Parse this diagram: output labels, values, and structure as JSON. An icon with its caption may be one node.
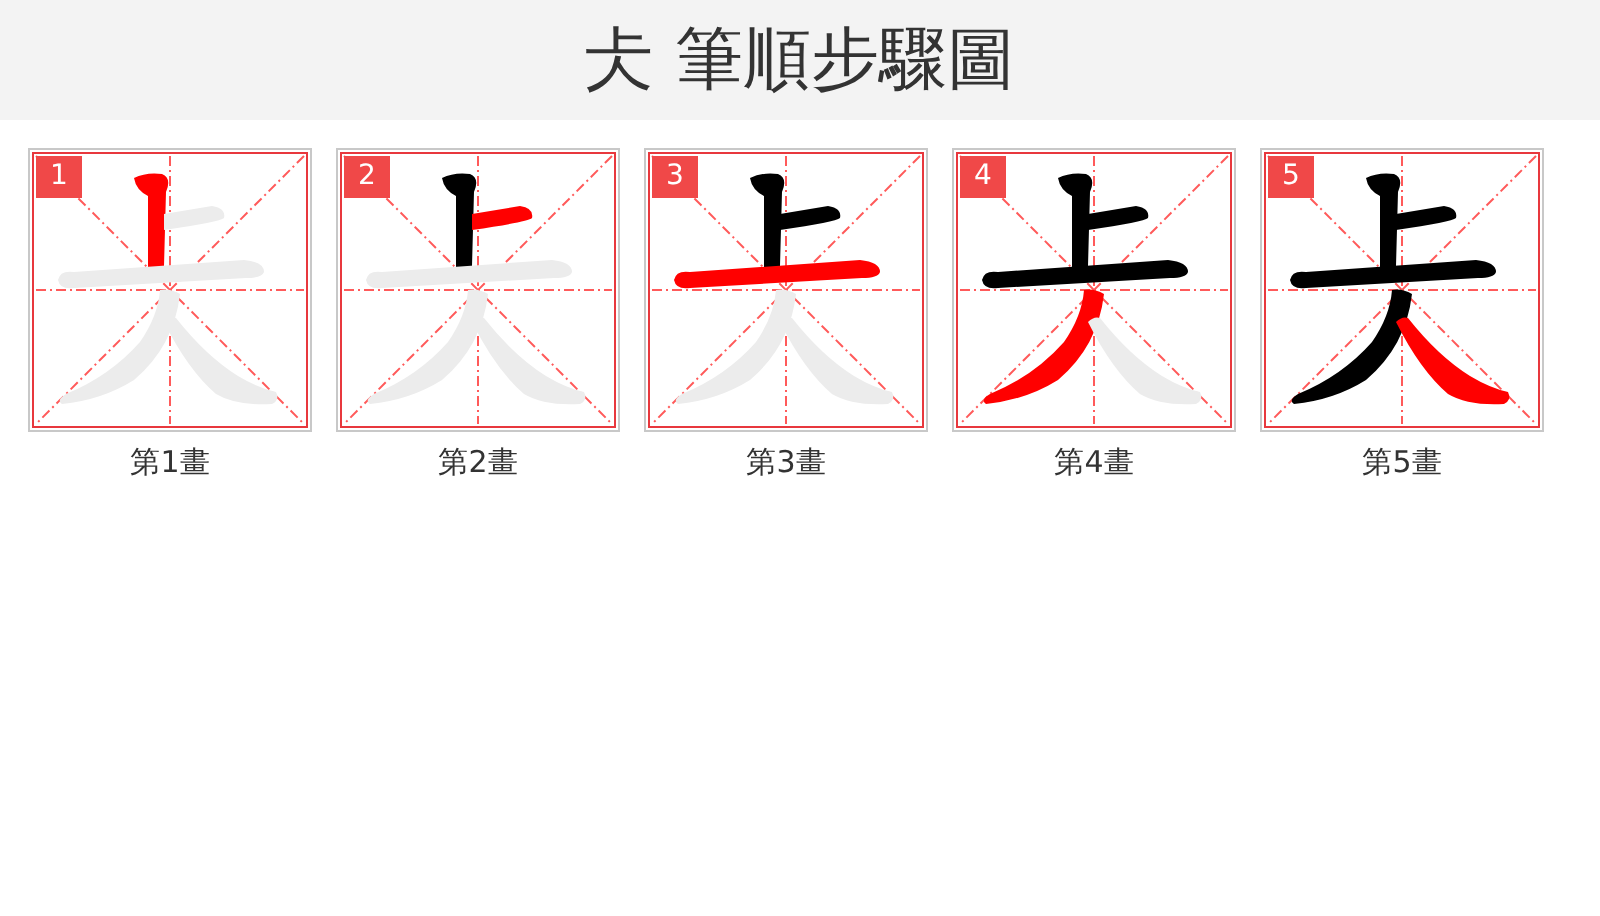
{
  "diagram": {
    "title": "仧 筆順步驟圖",
    "nodes": [
      {
        "text": [
          "1"
        ],
        "beside": [
          "第1畫"
        ]
      },
      {
        "text": [
          "2"
        ],
        "beside": [
          "第2畫"
        ]
      },
      {
        "text": [
          "3"
        ],
        "beside": [
          "第3畫"
        ]
      },
      {
        "text": [
          "4"
        ],
        "beside": [
          "第4畫"
        ]
      },
      {
        "text": [
          "5"
        ],
        "beside": [
          "第5畫"
        ]
      }
    ]
  }
}
